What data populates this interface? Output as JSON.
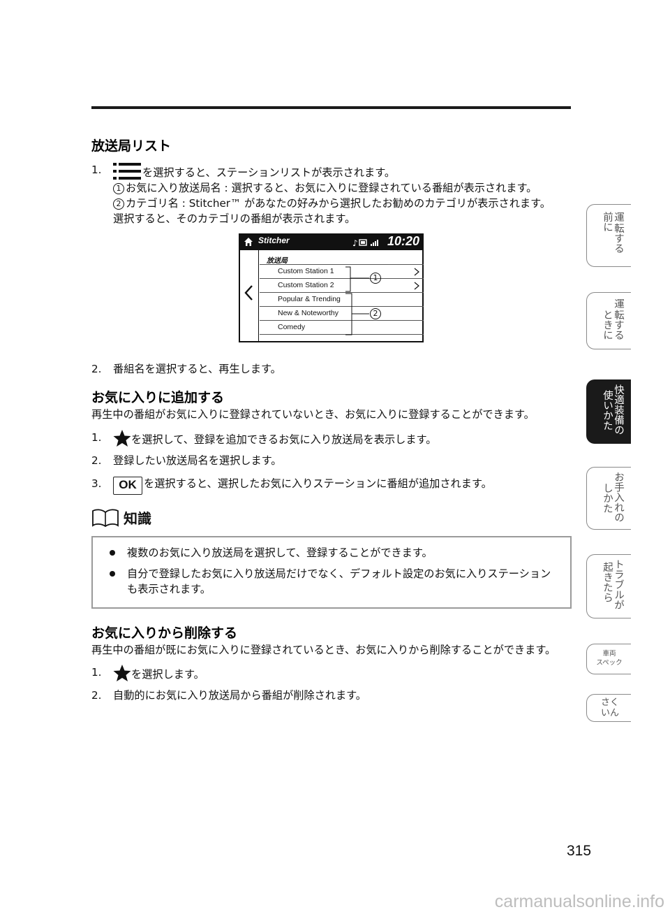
{
  "section_station_list": {
    "heading": "放送局リスト",
    "step1_num": "1.",
    "step1_text": "を選択すると、ステーションリストが表示されます。",
    "note1_circle": "1",
    "note1_text": "お気に入り放送局名 : 選択すると、お気に入りに登録されている番組が表示されます。",
    "note2_circle": "2",
    "note2_text": "カテゴリ名 : Stitcher™ があなたの好みから選択したお勧めのカテゴリが表示されます。",
    "note3_text": "選択すると、そのカテゴリの番組が表示されます。",
    "step2_num": "2.",
    "step2_text": "番組名を選択すると、再生します。"
  },
  "screen": {
    "app_name": "Stitcher",
    "clock": "10:20",
    "list_title": "放送局",
    "rows": [
      "Custom Station 1",
      "Custom Station 2",
      "Popular & Trending",
      "New & Noteworthy",
      "Comedy"
    ],
    "callout1": "1",
    "callout2": "2"
  },
  "section_add_favorite": {
    "heading": "お気に入りに追加する",
    "intro": "再生中の番組がお気に入りに登録されていないとき、お気に入りに登録することができます。",
    "step1_num": "1.",
    "step1_text": "を選択して、登録を追加できるお気に入り放送局を表示します。",
    "step2_num": "2.",
    "step2_text": "登録したい放送局名を選択します。",
    "step3_num": "3.",
    "ok_label": "OK",
    "step3_text": "を選択すると、選択したお気に入りステーションに番組が追加されます。"
  },
  "knowledge": {
    "title": "知識",
    "items": [
      "複数のお気に入り放送局を選択して、登録することができます。",
      "自分で登録したお気に入り放送局だけでなく、デフォルト設定のお気に入りステーションも表示されます。"
    ]
  },
  "section_remove_favorite": {
    "heading": "お気に入りから削除する",
    "intro": "再生中の番組が既にお気に入りに登録されているとき、お気に入りから削除することができます。",
    "step1_num": "1.",
    "step1_text": "を選択します。",
    "step2_num": "2.",
    "step2_text": "自動的にお気に入り放送局から番組が削除されます。"
  },
  "side_tabs": [
    {
      "right": "運",
      "left": "前に",
      "mid": "転する"
    },
    {
      "right": "運",
      "left": "ときに",
      "mid": "転する"
    },
    {
      "right": "快適装備の",
      "left": "使いかた"
    },
    {
      "right": "お手入れの",
      "left": "しかた"
    },
    {
      "right": "トラブルが",
      "left": "起きたら"
    },
    {
      "line1": "車両",
      "line2": "スペック"
    },
    {
      "right": "さく",
      "left": "いん"
    }
  ],
  "page_number": "315",
  "watermark": "carmanualsonline.info"
}
